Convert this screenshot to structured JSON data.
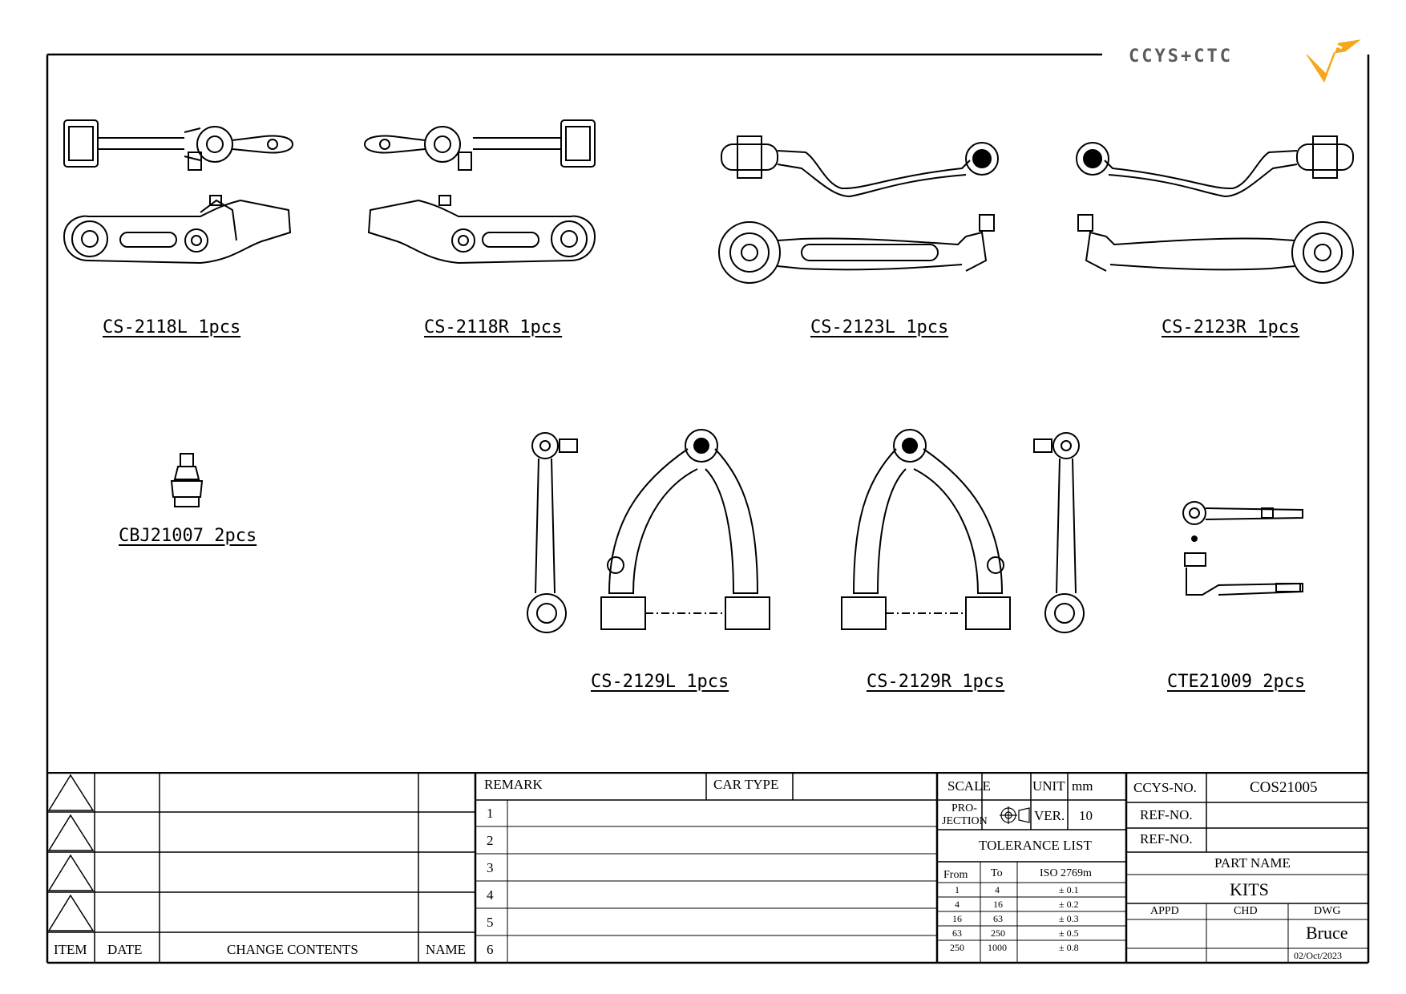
{
  "logo": {
    "text": "CCYS+CTC"
  },
  "parts": [
    {
      "id": "cs2118l",
      "label": "CS-2118L  1pcs"
    },
    {
      "id": "cs2118r",
      "label": "CS-2118R  1pcs"
    },
    {
      "id": "cs2123l",
      "label": "CS-2123L  1pcs"
    },
    {
      "id": "cs2123r",
      "label": "CS-2123R  1pcs"
    },
    {
      "id": "cbj21007",
      "label": "CBJ21007  2pcs"
    },
    {
      "id": "cs2129l",
      "label": "CS-2129L  1pcs"
    },
    {
      "id": "cs2129r",
      "label": "CS-2129R  1pcs"
    },
    {
      "id": "cte21009",
      "label": "CTE21009  2pcs"
    }
  ],
  "revision": {
    "item_label": "ITEM",
    "date_label": "DATE",
    "change_label": "CHANGE CONTENTS",
    "name_label": "NAME"
  },
  "remark": {
    "remark_label": "REMARK",
    "car_type_label": "CAR TYPE",
    "rows": [
      "1",
      "2",
      "3",
      "4",
      "5",
      "6"
    ]
  },
  "specs": {
    "scale_label": "SCALE",
    "unit_label": "UNIT",
    "unit_value": "mm",
    "projection_label_1": "PRO-",
    "projection_label_2": "JECTION",
    "ver_label": "VER.",
    "ver_value": "10",
    "tolerance_title": "TOLERANCE LIST",
    "tol_headers": [
      "From",
      "To",
      "ISO 2769m"
    ],
    "tol_rows": [
      [
        "1",
        "4",
        "± 0.1"
      ],
      [
        "4",
        "16",
        "± 0.2"
      ],
      [
        "16",
        "63",
        "± 0.3"
      ],
      [
        "63",
        "250",
        "± 0.5"
      ],
      [
        "250",
        "1000",
        "± 0.8"
      ]
    ]
  },
  "ident": {
    "ccys_label": "CCYS-NO.",
    "ccys_value": "COS21005",
    "ref1_label": "REF-NO.",
    "ref2_label": "REF-NO.",
    "part_name_label": "PART NAME",
    "part_name_value": "KITS",
    "appd_label": "APPD",
    "chd_label": "CHD",
    "dwg_label": "DWG",
    "dwg_value": "Bruce",
    "date_value": "02/Oct/2023"
  }
}
